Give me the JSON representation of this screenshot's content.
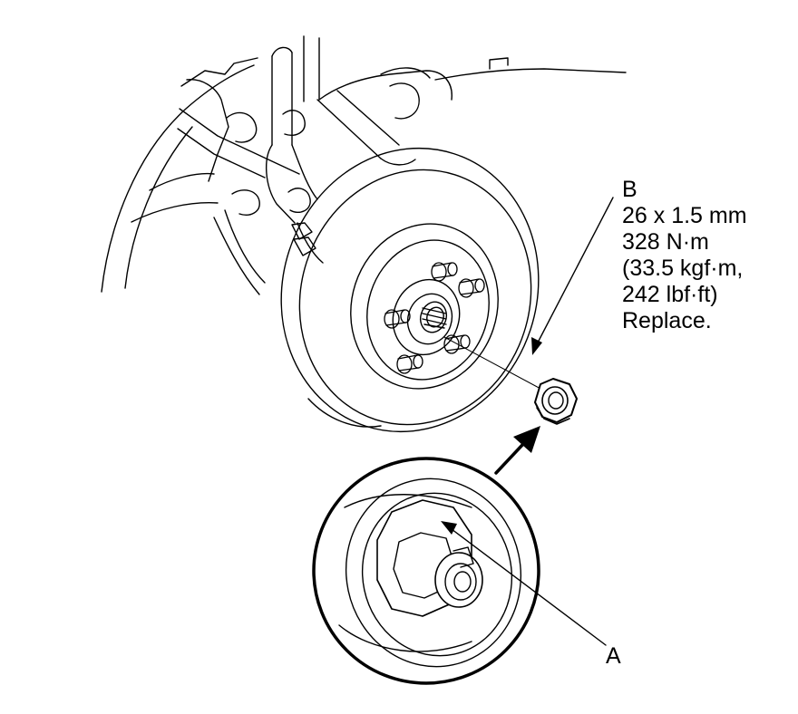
{
  "callout_b": {
    "letter": "B",
    "lines": [
      "26 x 1.5 mm",
      "328 N·m",
      "(33.5 kgf·m,",
      "242 lbf·ft)",
      "Replace."
    ]
  },
  "callout_a": {
    "letter": "A"
  },
  "colors": {
    "line": "#000000",
    "background": "#ffffff"
  }
}
